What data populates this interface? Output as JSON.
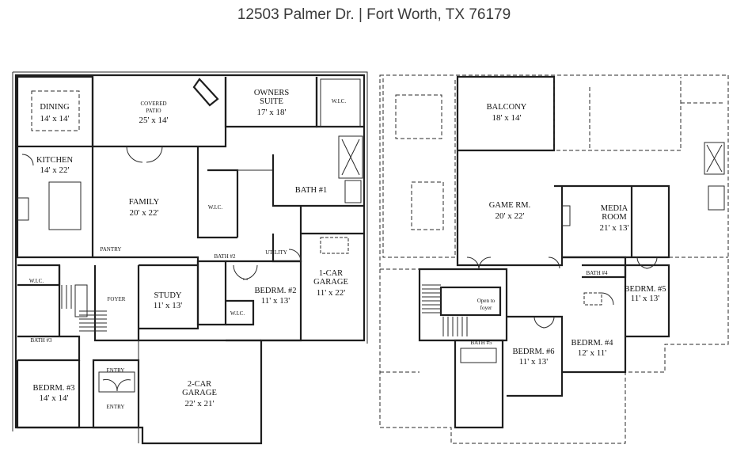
{
  "title": "12503 Palmer Dr. | Fort Worth, TX 76179",
  "first_floor": {
    "rooms": [
      {
        "name": "DINING",
        "size": "14' x 14'"
      },
      {
        "name": "COVERED PATIO",
        "size": "25' x 14'"
      },
      {
        "name": "OWNERS SUITE",
        "size": "17' x 18'"
      },
      {
        "name": "KITCHEN",
        "size": "14' x 22'"
      },
      {
        "name": "FAMILY",
        "size": "20' x 22'"
      },
      {
        "name": "BATH #1",
        "size": ""
      },
      {
        "name": "W.I.C.",
        "size": ""
      },
      {
        "name": "W.I.C.",
        "size": ""
      },
      {
        "name": "PANTRY",
        "size": ""
      },
      {
        "name": "UTILITY",
        "size": ""
      },
      {
        "name": "1-CAR GARAGE",
        "size": "11' x 22'"
      },
      {
        "name": "W.I.C.",
        "size": ""
      },
      {
        "name": "FOYER",
        "size": ""
      },
      {
        "name": "STUDY",
        "size": "11' x 13'"
      },
      {
        "name": "BATH #2",
        "size": ""
      },
      {
        "name": "BEDRM. #2",
        "size": "11' x 13'"
      },
      {
        "name": "W.I.C.",
        "size": ""
      },
      {
        "name": "BATH #3",
        "size": ""
      },
      {
        "name": "BEDRM. #3",
        "size": "14' x 14'"
      },
      {
        "name": "ENTRY",
        "size": ""
      },
      {
        "name": "ENTRY",
        "size": ""
      },
      {
        "name": "2-CAR GARAGE",
        "size": "22' x 21'"
      }
    ]
  },
  "second_floor": {
    "rooms": [
      {
        "name": "BALCONY",
        "size": "18' x 14'"
      },
      {
        "name": "GAME RM.",
        "size": "20' x 22'"
      },
      {
        "name": "MEDIA ROOM",
        "size": "21' x 13'"
      },
      {
        "name": "BATH #4",
        "size": ""
      },
      {
        "name": "BEDRM. #5",
        "size": "11' x 13'"
      },
      {
        "name": "Open to foyer",
        "size": ""
      },
      {
        "name": "BATH #5",
        "size": ""
      },
      {
        "name": "BEDRM. #6",
        "size": "11' x 13'"
      },
      {
        "name": "BEDRM. #4",
        "size": "12' x 11'"
      }
    ]
  }
}
